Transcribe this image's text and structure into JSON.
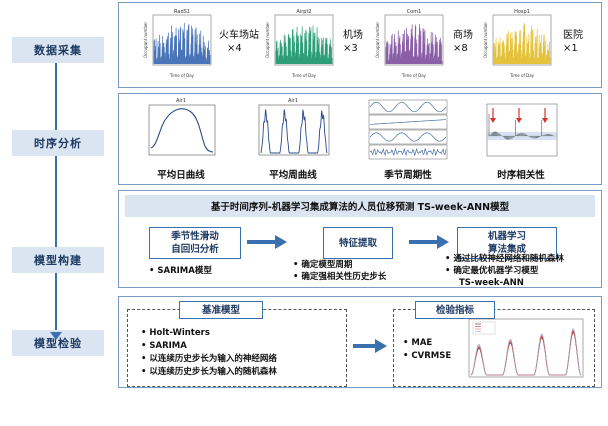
{
  "stages": [
    "数据采集",
    "时序分析",
    "模型构建",
    "模型检验"
  ],
  "collection": {
    "charts": [
      {
        "title": "RadS1",
        "color": "#4a74b8"
      },
      {
        "title": "Airpt2",
        "color": "#2e9e78"
      },
      {
        "title": "Com1",
        "color": "#8a5fa6"
      },
      {
        "title": "Hosp1",
        "color": "#e5c23c"
      }
    ],
    "axis_x": "Time of Day",
    "axis_y": "Occupant number",
    "sites": [
      {
        "name": "火车场站",
        "count": "×4"
      },
      {
        "name": "机场",
        "count": "×3"
      },
      {
        "name": "商场",
        "count": "×8"
      },
      {
        "name": "医院",
        "count": "×1"
      }
    ]
  },
  "analysis": {
    "captions": [
      "平均日曲线",
      "平均周曲线",
      "季节周期性",
      "时序相关性"
    ],
    "chart_titles": [
      "Air1",
      "Air1"
    ]
  },
  "model": {
    "title": "基于时间序列-机器学习集成算法的人员位移预测 TS-week-ANN模型",
    "boxes": [
      {
        "line1": "季节性滑动",
        "line2": "自回归分析"
      },
      {
        "line1": "特征提取",
        "line2": ""
      },
      {
        "line1": "机器学习",
        "line2": "算法集成"
      }
    ],
    "bullets_1": [
      "•  SARIMA模型"
    ],
    "bullets_2": [
      "•  确定模型周期",
      "•  确定强相关性历史步长"
    ],
    "bullets_3": [
      "•  通过比较神经网络和随机森林",
      "•  确定最优机器学习模型",
      "TS-week-ANN"
    ]
  },
  "validation": {
    "baseline_title": "基准模型",
    "baseline_items": [
      "•  Holt-Winters",
      "•  SARIMA",
      "•  以连续历史步长为输入的神经网络",
      "•  以连续历史步长为输入的随机森林"
    ],
    "metrics_title": "检验指标",
    "metrics_items": [
      "•  MAE",
      "•  CVRMSE"
    ]
  }
}
